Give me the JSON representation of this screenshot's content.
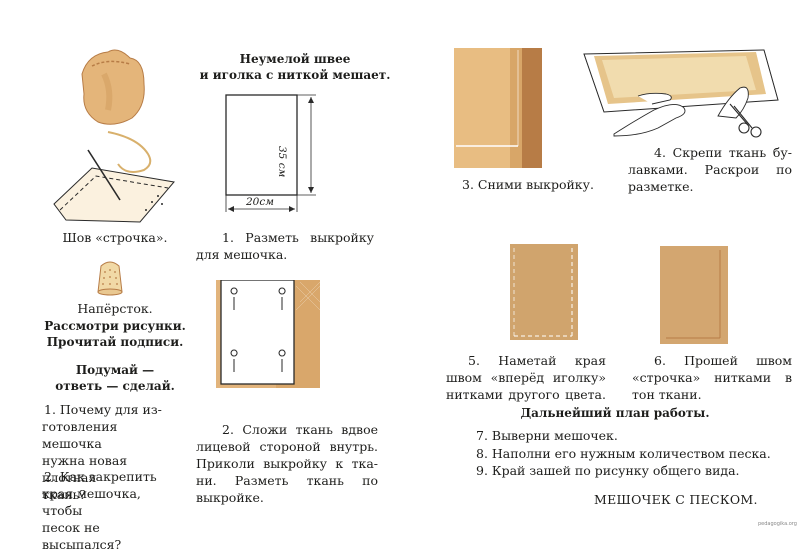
{
  "colors": {
    "paper": "#ffffff",
    "text": "#1d1d1b",
    "fabric_light": "#e9c891",
    "fabric_mid": "#d7a867",
    "fabric_dark": "#b77c46",
    "fabric_pale": "#f0d9a8",
    "line": "#2a2a2a"
  },
  "left_column": {
    "seam_caption": "Шов «строчка».",
    "thimble_caption": "Напёрсток.",
    "instruction_line1": "Рассмотри рисунки.",
    "instruction_line2": "Прочитай подписи.",
    "think_heading_line1": "Подумай —",
    "think_heading_line2": "ответь — сделай.",
    "q1_lines": [
      "1. Почему для из-",
      "готовления мешочка",
      "нужна новая плотная",
      "ткань?"
    ],
    "q2_lines": [
      "2. Как закрепить",
      "края мешочка, чтобы",
      "песок не высыпался?"
    ]
  },
  "middle_column": {
    "heading_line1": "Неумелой швее",
    "heading_line2": "и иголка с ниткой мешает.",
    "dim_height": "35 см",
    "dim_width": "20см",
    "step1_lines": [
      "1. Разметь выкройку",
      "для мешочка."
    ],
    "step2_lines": [
      "2. Сложи ткань вдвое",
      "лицевой стороной внутрь.",
      "Приколи выкройку к тка-",
      "ни. Разметь ткань по",
      "выкройке."
    ]
  },
  "right_column": {
    "step3": "3. Сними выкройку.",
    "step4_lines": [
      "4. Скрепи ткань бу-",
      "лавками. Раскрои по",
      "разметке."
    ],
    "step5_lines": [
      "5. Наметай края",
      "швом «вперёд иголку»",
      "нитками другого цвета."
    ],
    "step6_lines": [
      "6. Прошей швом",
      "«строчка» нитками в",
      "тон ткани."
    ],
    "plan_heading": "Дальнейший план работы.",
    "plan_items": [
      "7. Выверни мешочек.",
      "8. Наполни его нужным количеством песка.",
      "9. Край зашей по рисунку общего вида."
    ],
    "final_title": "МЕШОЧЕК С ПЕСКОМ.",
    "watermark": "pedagogika.org"
  }
}
